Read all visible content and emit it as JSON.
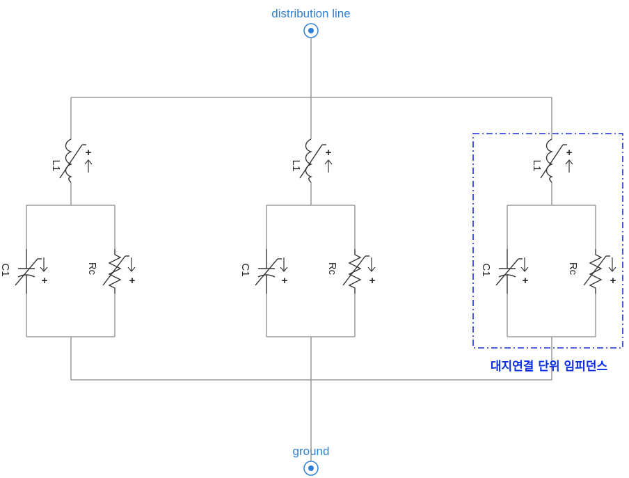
{
  "ports": {
    "top_label": "distribution line",
    "bottom_label": "ground"
  },
  "components": {
    "inductor": "L1",
    "capacitor": "C1",
    "resistor": "Rc",
    "plus": "+"
  },
  "highlight": {
    "label": "대지연결 단위 임피던스",
    "color": "#1a2fd8"
  },
  "branches": [
    {
      "id": "left"
    },
    {
      "id": "middle"
    },
    {
      "id": "right"
    }
  ],
  "colors": {
    "wire": "#8a8a8a",
    "port": "#2f7fd6",
    "component": "#333333"
  }
}
